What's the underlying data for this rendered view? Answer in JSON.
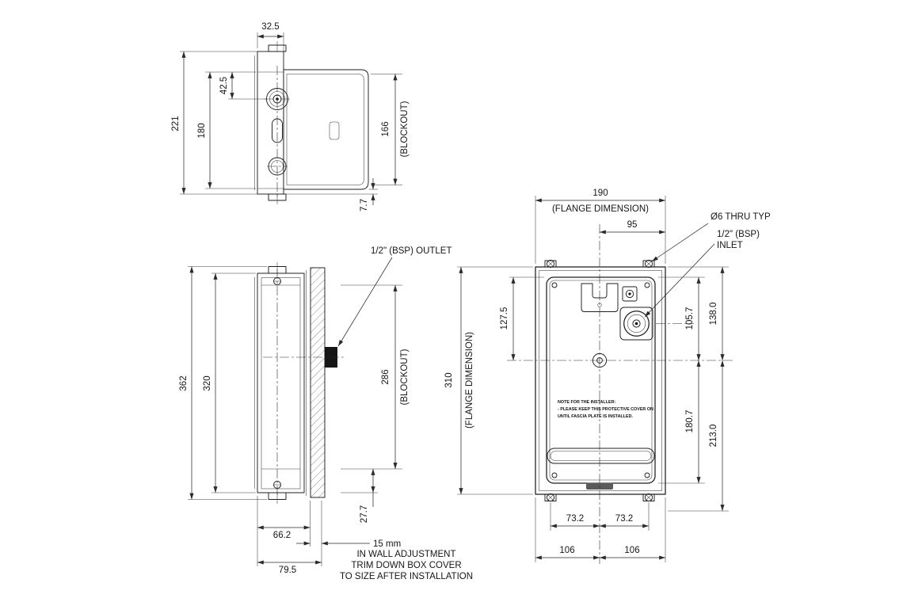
{
  "views": {
    "top": {
      "d_32_5": "32.5",
      "d_42_5": "42.5",
      "d_180": "180",
      "d_221": "221",
      "d_166": "166",
      "blockout": "(BLOCKOUT)",
      "d_7_7": "7.7"
    },
    "side": {
      "outlet_label": "1/2\" (BSP) OUTLET",
      "d_362": "362",
      "d_320": "320",
      "d_286": "286",
      "blockout": "(BLOCKOUT)",
      "d_27_7": "27.7",
      "d_66_2": "66.2",
      "d_79_5": "79.5",
      "d_15mm": "15 mm",
      "adjust_note_1": "IN WALL ADJUSTMENT",
      "adjust_note_2": "TRIM DOWN BOX COVER",
      "adjust_note_3": "TO SIZE AFTER INSTALLATION"
    },
    "front": {
      "d_190": "190",
      "flange_dim_h": "(FLANGE DIMENSION)",
      "d_95": "95",
      "thru_label": "Ø6 THRU TYP",
      "inlet_label_1": "1/2\" (BSP)",
      "inlet_label_2": "INLET",
      "d_310": "310",
      "flange_dim_v": "(FLANGE DIMENSION)",
      "d_127_5": "127.5",
      "d_105_7": "105.7",
      "d_138_0": "138.0",
      "d_180_7": "180.7",
      "d_213_0": "213.0",
      "d_73_2_l": "73.2",
      "d_73_2_r": "73.2",
      "d_106_l": "106",
      "d_106_r": "106",
      "note_1": "NOTE FOR THE INSTALLER:",
      "note_2": "- PLEASE KEEP THIS PROTECTIVE COVER ON",
      "note_3": "UNTIL FASCIA PLATE IS INSTALLED."
    }
  }
}
